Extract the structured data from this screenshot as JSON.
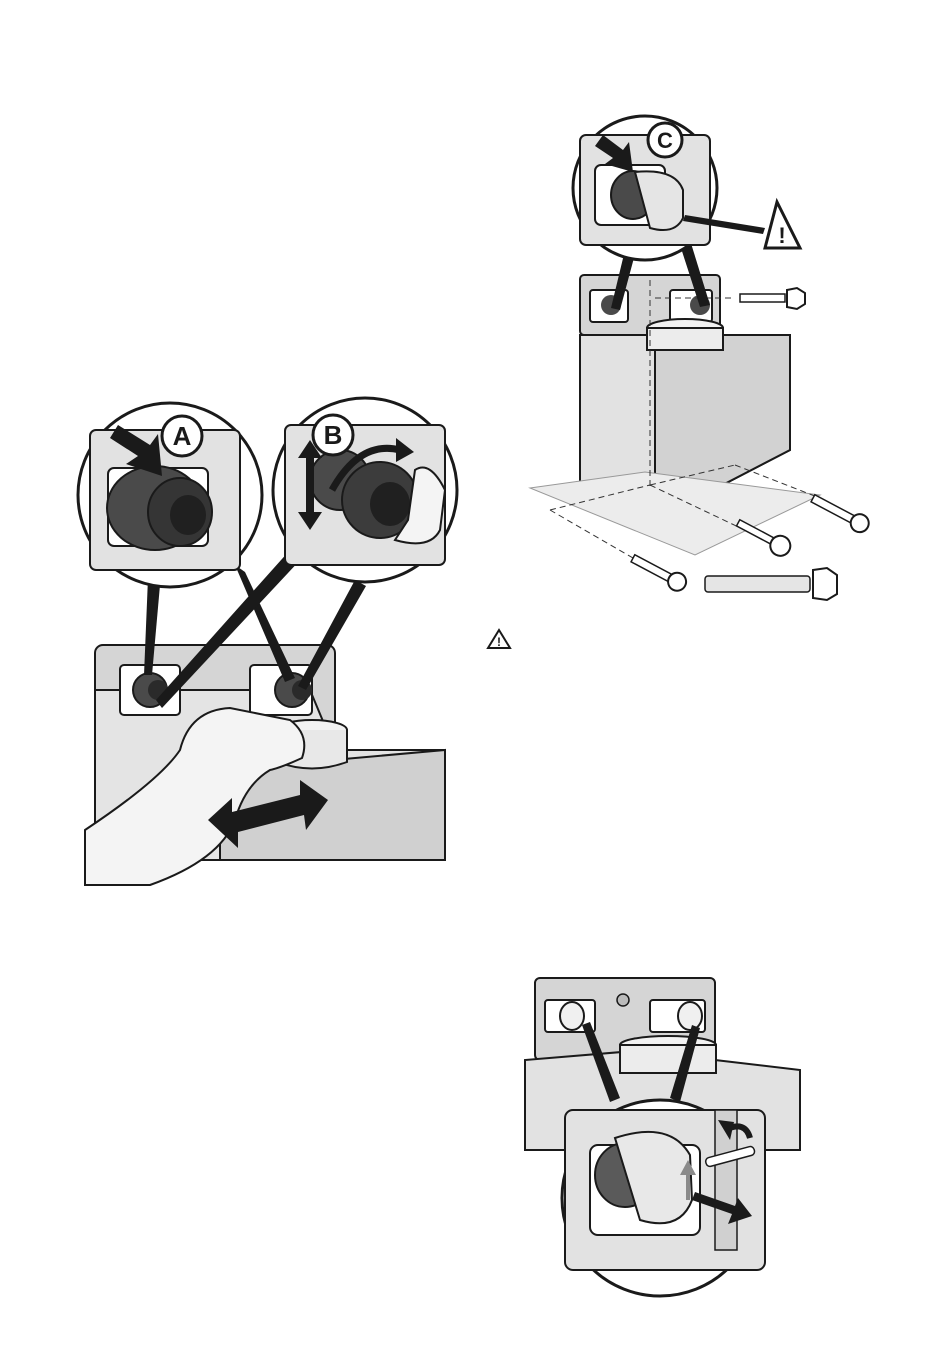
{
  "figures": {
    "fig1": {
      "labels": [
        "A",
        "B"
      ]
    },
    "fig2": {
      "labels": [
        "C"
      ],
      "warning_symbol": "!"
    },
    "fig3": {
      "labels": []
    }
  },
  "warning_note": {
    "icon": "warning-triangle-icon",
    "symbol": "!"
  },
  "colors": {
    "outline": "#1a1a1a",
    "panel": "#e2e2e2",
    "panel_dark": "#c9c9c9",
    "knob_dark": "#4a4a4a",
    "knob_light": "#d8d8d8",
    "hand": "#f0f0f0"
  }
}
